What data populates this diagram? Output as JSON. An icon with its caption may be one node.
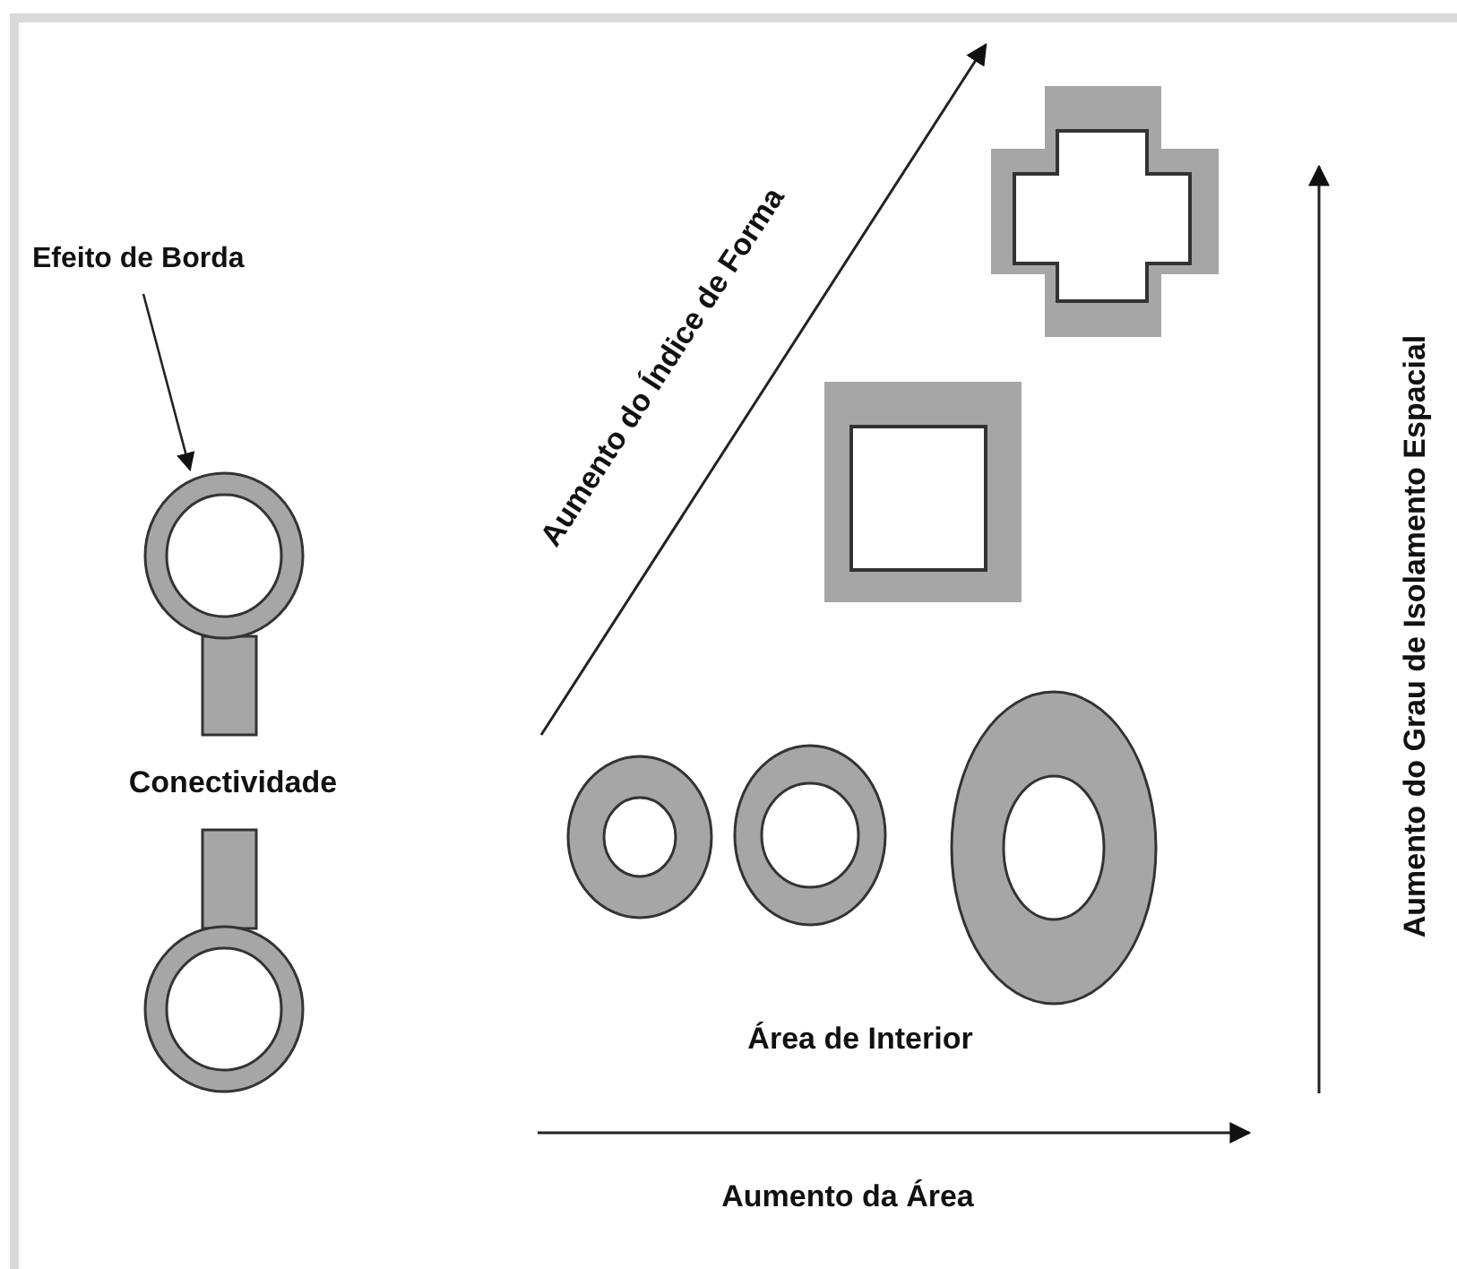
{
  "diagram": {
    "nodes": [
      {
        "text": [
          "Efeito de Borda"
        ]
      },
      {
        "text": [],
        "shape": "circle"
      }
    ],
    "edges": [
      {
        "from": 0,
        "to": 1,
        "arrow": "to"
      }
    ],
    "labels": [
      "Aumento do Índice de Forma",
      "Aumento do Grau de Isolamento Espacial",
      "Conectividade",
      "Área de Interior",
      "Aumento da Área"
    ]
  }
}
